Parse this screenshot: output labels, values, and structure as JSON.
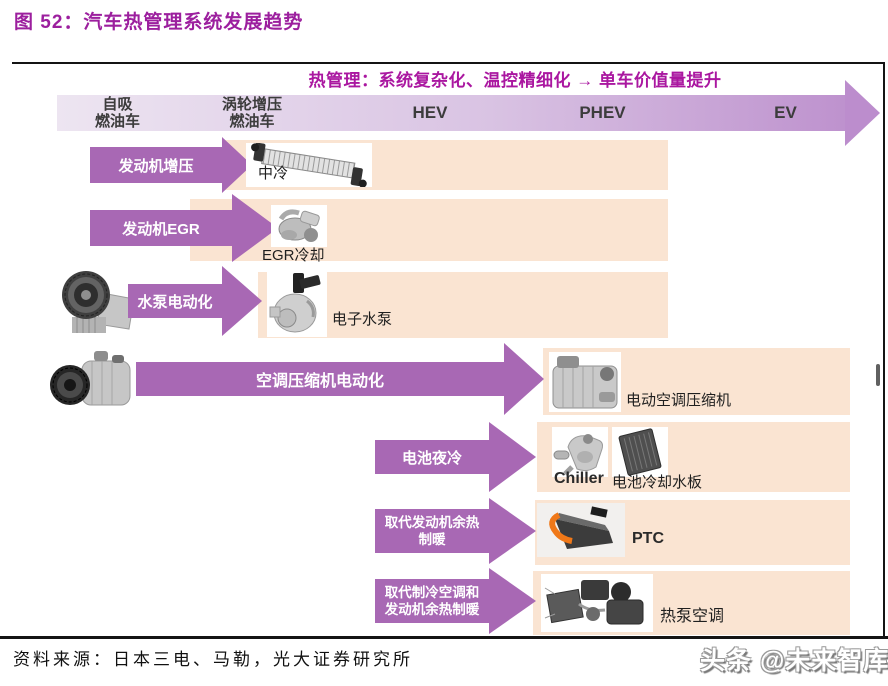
{
  "title": "图 52：汽车热管理系统发展趋势",
  "banner": "热管理：系统复杂化、温控精细化 → 单车价值量提升",
  "timeline": {
    "stages": [
      {
        "label": "自吸\n燃油车"
      },
      {
        "label": "涡轮增压\n燃油车"
      },
      {
        "label": "HEV"
      },
      {
        "label": "PHEV"
      },
      {
        "label": "EV"
      }
    ]
  },
  "rows": [
    {
      "arrow": "发动机增压",
      "items": [
        {
          "label": "中冷",
          "icon": "intercooler-icon"
        }
      ]
    },
    {
      "arrow": "发动机EGR",
      "items": [
        {
          "label": "EGR冷却",
          "icon": "egr-cooler-icon"
        }
      ]
    },
    {
      "arrow": "水泵电动化",
      "source_icon": "mechanical-water-pump-icon",
      "items": [
        {
          "label": "电子水泵",
          "icon": "electric-water-pump-icon"
        }
      ]
    },
    {
      "arrow": "空调压缩机电动化",
      "source_icon": "belt-driven-compressor-icon",
      "items": [
        {
          "label": "电动空调压缩机",
          "icon": "electric-compressor-icon"
        }
      ]
    },
    {
      "arrow": "电池夜冷",
      "items": [
        {
          "label": "Chiller",
          "icon": "chiller-icon"
        },
        {
          "label": "电池冷却水板",
          "icon": "battery-cooling-plate-icon"
        }
      ]
    },
    {
      "arrow": "取代发动机余热\n制暖",
      "items": [
        {
          "label": "PTC",
          "icon": "ptc-heater-icon"
        }
      ]
    },
    {
      "arrow": "取代制冷空调和\n发动机余热制暖",
      "items": [
        {
          "label": "热泵空调",
          "icon": "heat-pump-icon"
        }
      ]
    }
  ],
  "footer": {
    "source": "资料来源：日本三电、马勒，光大证券研究所"
  },
  "watermark": "头条 @未来智库",
  "colors": {
    "title_purple": "#9C1F9E",
    "banner_magenta": "#AA17A0",
    "arrow_purple": "#A868B4",
    "band_peach": "#FAE4D2",
    "timeline_start": "#EDE5F1",
    "timeline_end": "#BE92CE",
    "frame_black": "#141414"
  }
}
